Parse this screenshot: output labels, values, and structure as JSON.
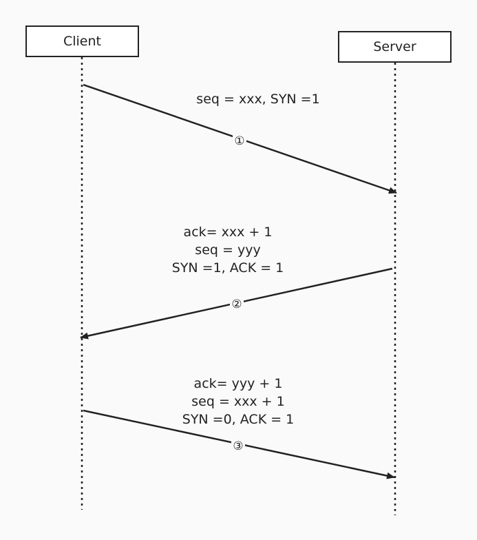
{
  "actors": {
    "client": "Client",
    "server": "Server"
  },
  "messages": [
    {
      "step": "①",
      "lines": [
        "seq = xxx, SYN =1"
      ]
    },
    {
      "step": "②",
      "lines": [
        "ack= xxx + 1",
        "seq = yyy",
        "SYN =1, ACK = 1"
      ]
    },
    {
      "step": "③",
      "lines": [
        "ack= yyy + 1",
        "seq = xxx + 1",
        "SYN =0, ACK = 1"
      ]
    }
  ],
  "colors": {
    "line": "#222222",
    "background": "#fafafa"
  }
}
